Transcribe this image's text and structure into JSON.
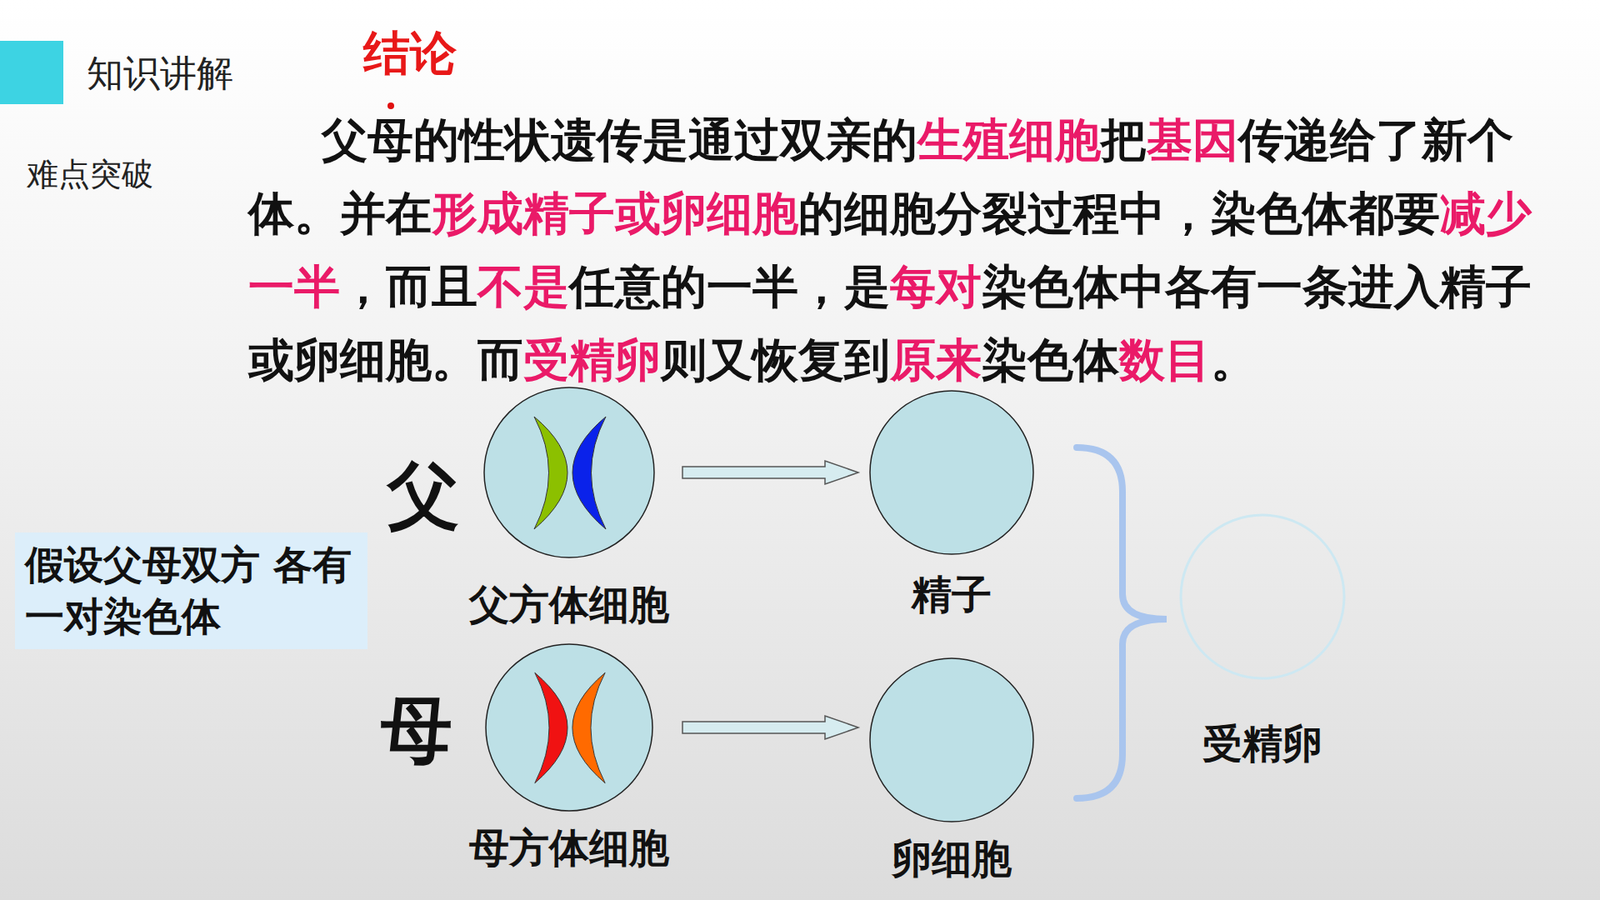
{
  "diagram": {
    "nodes": [
      {
        "text": [
          "父方体细胞"
        ]
      },
      {
        "text": [
          "精子"
        ]
      },
      {
        "text": [
          "母方体细胞"
        ]
      },
      {
        "text": [
          "卵细胞"
        ]
      },
      {
        "text": [
          "受精卵"
        ]
      },
      {
        "text": [
          "假设父母双方 各有一对染色体"
        ]
      }
    ],
    "edges": [
      {
        "from": 0,
        "to": 1,
        "arrow": "to"
      },
      {
        "from": 2,
        "to": 3,
        "arrow": "to"
      }
    ],
    "labels": [
      "知识讲解",
      "难点突破",
      "结论",
      "父母的性状遗传是通过双亲的",
      "生殖细胞",
      "把",
      "基因",
      "传递给了新个体。并在",
      "形成精子或卵细胞",
      "的细胞分裂过程中，染色体都要",
      "减少一半",
      "，而且",
      "不是",
      "任意的一半，是",
      "每对",
      "染色体中各有一条进入精子或卵细胞。而",
      "受精卵",
      "则又恢复到",
      "原来",
      "染色体",
      "数目",
      "。",
      "父",
      "母"
    ]
  }
}
